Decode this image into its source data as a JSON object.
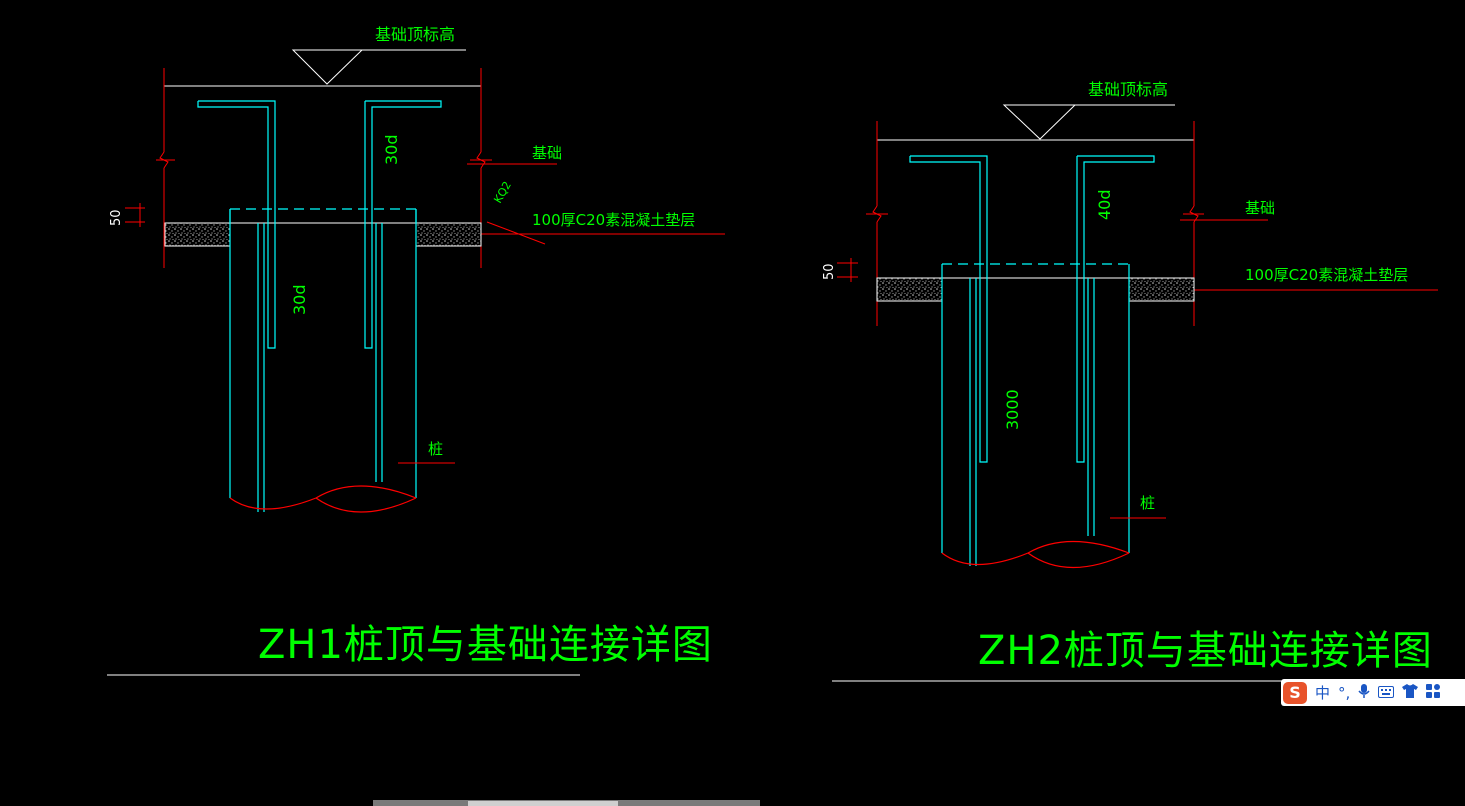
{
  "ime_toolbar": {
    "logo": "S",
    "mode": "中",
    "punct": "°,",
    "mic_icon": "microphone-icon",
    "keyboard_icon": "keyboard-icon",
    "skin_icon": "shirt-icon",
    "toolbox_icon": "toolbox-icon"
  },
  "colors": {
    "background": "#000000",
    "text": "#00ff00",
    "rebar_outline": "#00ffff",
    "dimension": "#ff0000",
    "hatch": "#a0a0a0"
  },
  "drawings": [
    {
      "id": "ZH1",
      "title": "ZH1桩顶与基础连接详图",
      "top_elevation_label": "基础顶标高",
      "foundation_label": "基础",
      "cushion_label": "100厚C20素混凝土垫层",
      "pile_label": "桩",
      "upper_anchor": "30d",
      "lower_anchor": "30d",
      "embed_dim": "50",
      "leader_code": "KQ2"
    },
    {
      "id": "ZH2",
      "title": "ZH2桩顶与基础连接详图",
      "top_elevation_label": "基础顶标高",
      "foundation_label": "基础",
      "cushion_label": "100厚C20素混凝土垫层",
      "pile_label": "桩",
      "upper_anchor": "40d",
      "lower_anchor": "3000",
      "embed_dim": "50"
    }
  ]
}
